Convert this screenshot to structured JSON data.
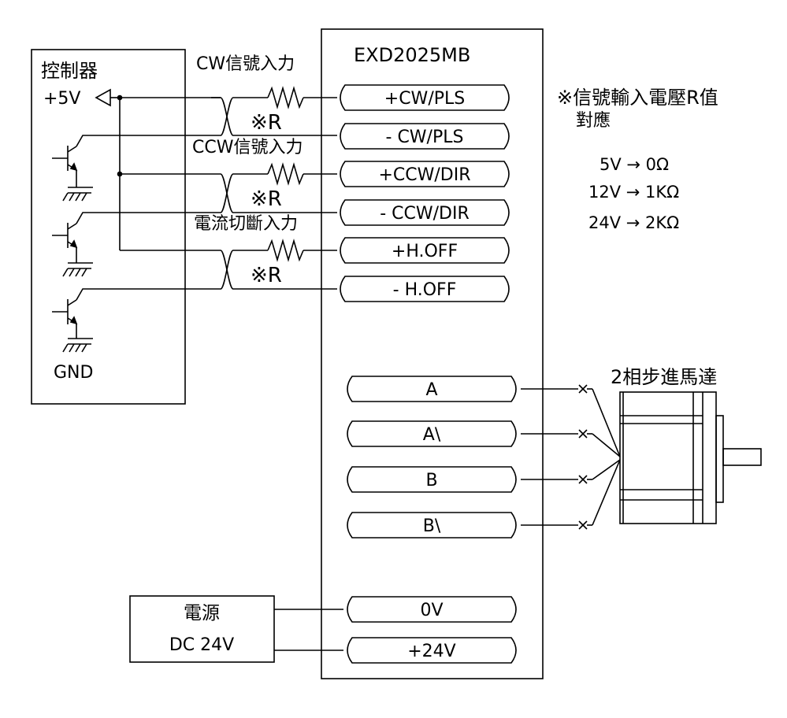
{
  "controller": {
    "title": "控制器",
    "v5": "+5V",
    "gnd": "GND"
  },
  "signals": {
    "cw": "CW信號入力",
    "ccw": "CCW信號入力",
    "hoff": "電流切斷入力",
    "r_mark": "※R"
  },
  "driver": {
    "model": "EXD2025MB",
    "terminals_in": [
      "+CW/PLS",
      "- CW/PLS",
      "+CCW/DIR",
      "- CCW/DIR",
      "+H.OFF",
      "- H.OFF"
    ],
    "terminals_motor": [
      "A",
      "A\\",
      "B",
      "B\\"
    ],
    "terminals_power": [
      "0V",
      "+24V"
    ]
  },
  "note": {
    "line1": "※信號輸入電壓R值",
    "line2": "對應",
    "rows": [
      "5V → 0Ω",
      "12V → 1KΩ",
      "24V → 2KΩ"
    ]
  },
  "motor": {
    "label": "2相步進馬達"
  },
  "power": {
    "label": "電源",
    "spec": "DC 24V"
  }
}
